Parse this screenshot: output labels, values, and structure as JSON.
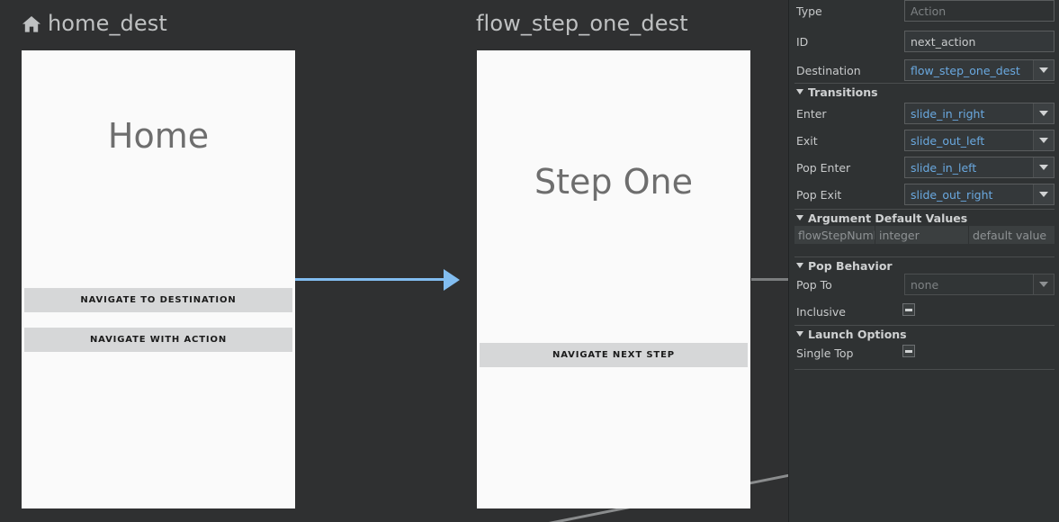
{
  "canvas": {
    "destinations": [
      {
        "name": "home_dest",
        "icon": "home-icon",
        "screen_title": "Home",
        "buttons": [
          "NAVIGATE TO DESTINATION",
          "NAVIGATE WITH ACTION"
        ]
      },
      {
        "name": "flow_step_one_dest",
        "icon": "",
        "screen_title": "Step One",
        "buttons": [
          "NAVIGATE NEXT STEP"
        ]
      }
    ],
    "colors": {
      "canvas_bg": "#2f3031",
      "card_bg": "#fafafa",
      "selected_action": "#82bdf0",
      "unselected_action": "#8a8c8d",
      "button_bg": "#d6d7d8"
    }
  },
  "panel": {
    "type_label": "Type",
    "type_value": "Action",
    "id_label": "ID",
    "id_value": "next_action",
    "destination_label": "Destination",
    "destination_value": "flow_step_one_dest",
    "transitions": {
      "header": "Transitions",
      "rows": [
        {
          "label": "Enter",
          "value": "slide_in_right"
        },
        {
          "label": "Exit",
          "value": "slide_out_left"
        },
        {
          "label": "Pop Enter",
          "value": "slide_in_left"
        },
        {
          "label": "Pop Exit",
          "value": "slide_out_right"
        }
      ]
    },
    "arguments": {
      "header": "Argument Default Values",
      "rows": [
        {
          "name": "flowStepNumbe",
          "type": "integer",
          "default": "default value"
        }
      ]
    },
    "pop_behavior": {
      "header": "Pop Behavior",
      "pop_to_label": "Pop To",
      "pop_to_value": "none",
      "inclusive_label": "Inclusive",
      "inclusive_checked": false
    },
    "launch_options": {
      "header": "Launch Options",
      "single_top_label": "Single Top",
      "single_top_checked": false
    }
  }
}
